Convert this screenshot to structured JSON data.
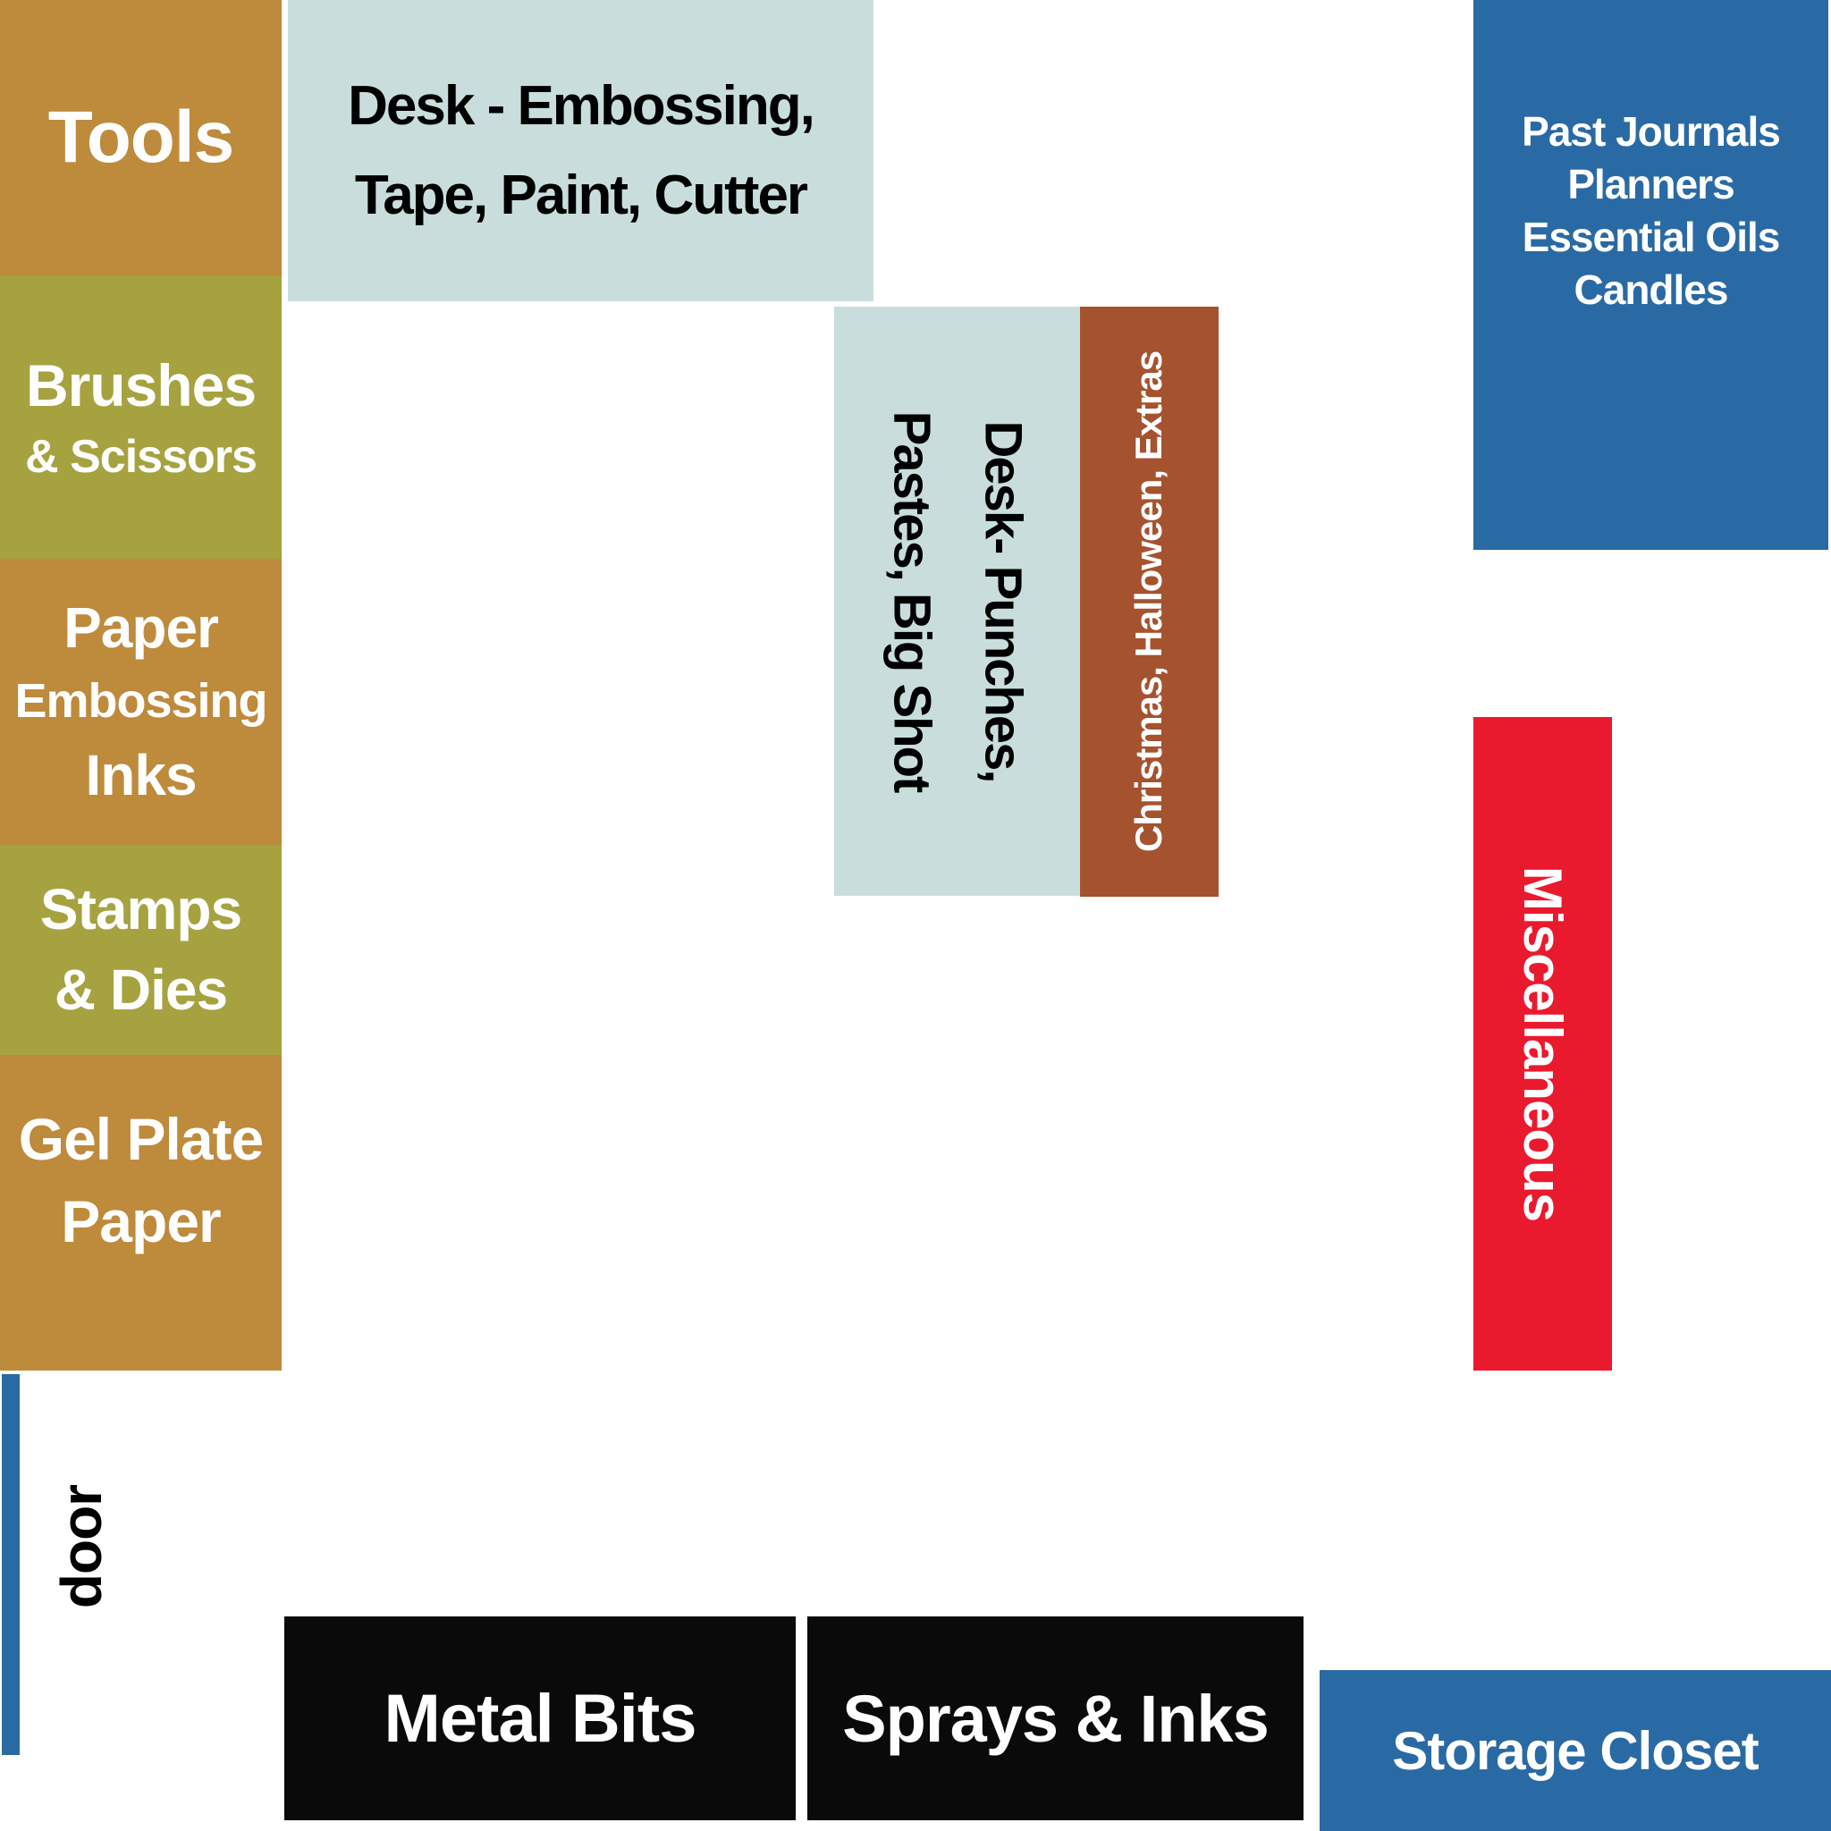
{
  "diagram": {
    "type": "craft-room-storage-layout"
  },
  "palette": {
    "tan": "#BE8A3C",
    "olive": "#A6A240",
    "light_blue": "#C9DEDC",
    "brown": "#A5532F",
    "blue": "#2A6AA4",
    "red": "#EA1A2E",
    "black": "#0A0A0A",
    "white_text": "#FFFFFF",
    "black_text": "#000000",
    "background": "#FFFFFF"
  },
  "areas": {
    "tools": {
      "label": "Tools",
      "color": "#BE8A3C"
    },
    "brushes": {
      "line1": "Brushes",
      "line2": "& Scissors",
      "color": "#A6A240"
    },
    "paper_embossing_inks": {
      "line1": "Paper",
      "line2": "Embossing",
      "line3": "Inks",
      "color": "#BE8A3C"
    },
    "stamps_dies": {
      "line1": "Stamps",
      "line2": "& Dies",
      "color": "#A6A240"
    },
    "gel_plate_paper": {
      "line1": "Gel Plate",
      "line2": "Paper",
      "color": "#BE8A3C"
    },
    "door": {
      "label": "door",
      "strip_color": "#2A6AA4"
    },
    "desk_embossing": {
      "line1": "Desk - Embossing,",
      "line2": "Tape, Paint, Cutter",
      "color": "#C9DEDC"
    },
    "desk_punches": {
      "line1": "Desk- Punches,",
      "line2": "Pastes, Big Shot",
      "color": "#C9DEDC"
    },
    "seasonal": {
      "label": "Christmas, Halloween, Extras",
      "color": "#A5532F"
    },
    "journals": {
      "line1": "Past Journals",
      "line2": "Planners",
      "line3": "Essential Oils",
      "line4": "Candles",
      "color": "#2A6AA4"
    },
    "miscellaneous": {
      "label": "Miscellaneous",
      "color": "#EA1A2E"
    },
    "metal_bits": {
      "label": "Metal Bits",
      "color": "#0A0A0A"
    },
    "sprays_inks": {
      "label": "Sprays & Inks",
      "color": "#0A0A0A"
    },
    "storage_closet": {
      "label": "Storage Closet",
      "color": "#2A6AA4"
    }
  }
}
